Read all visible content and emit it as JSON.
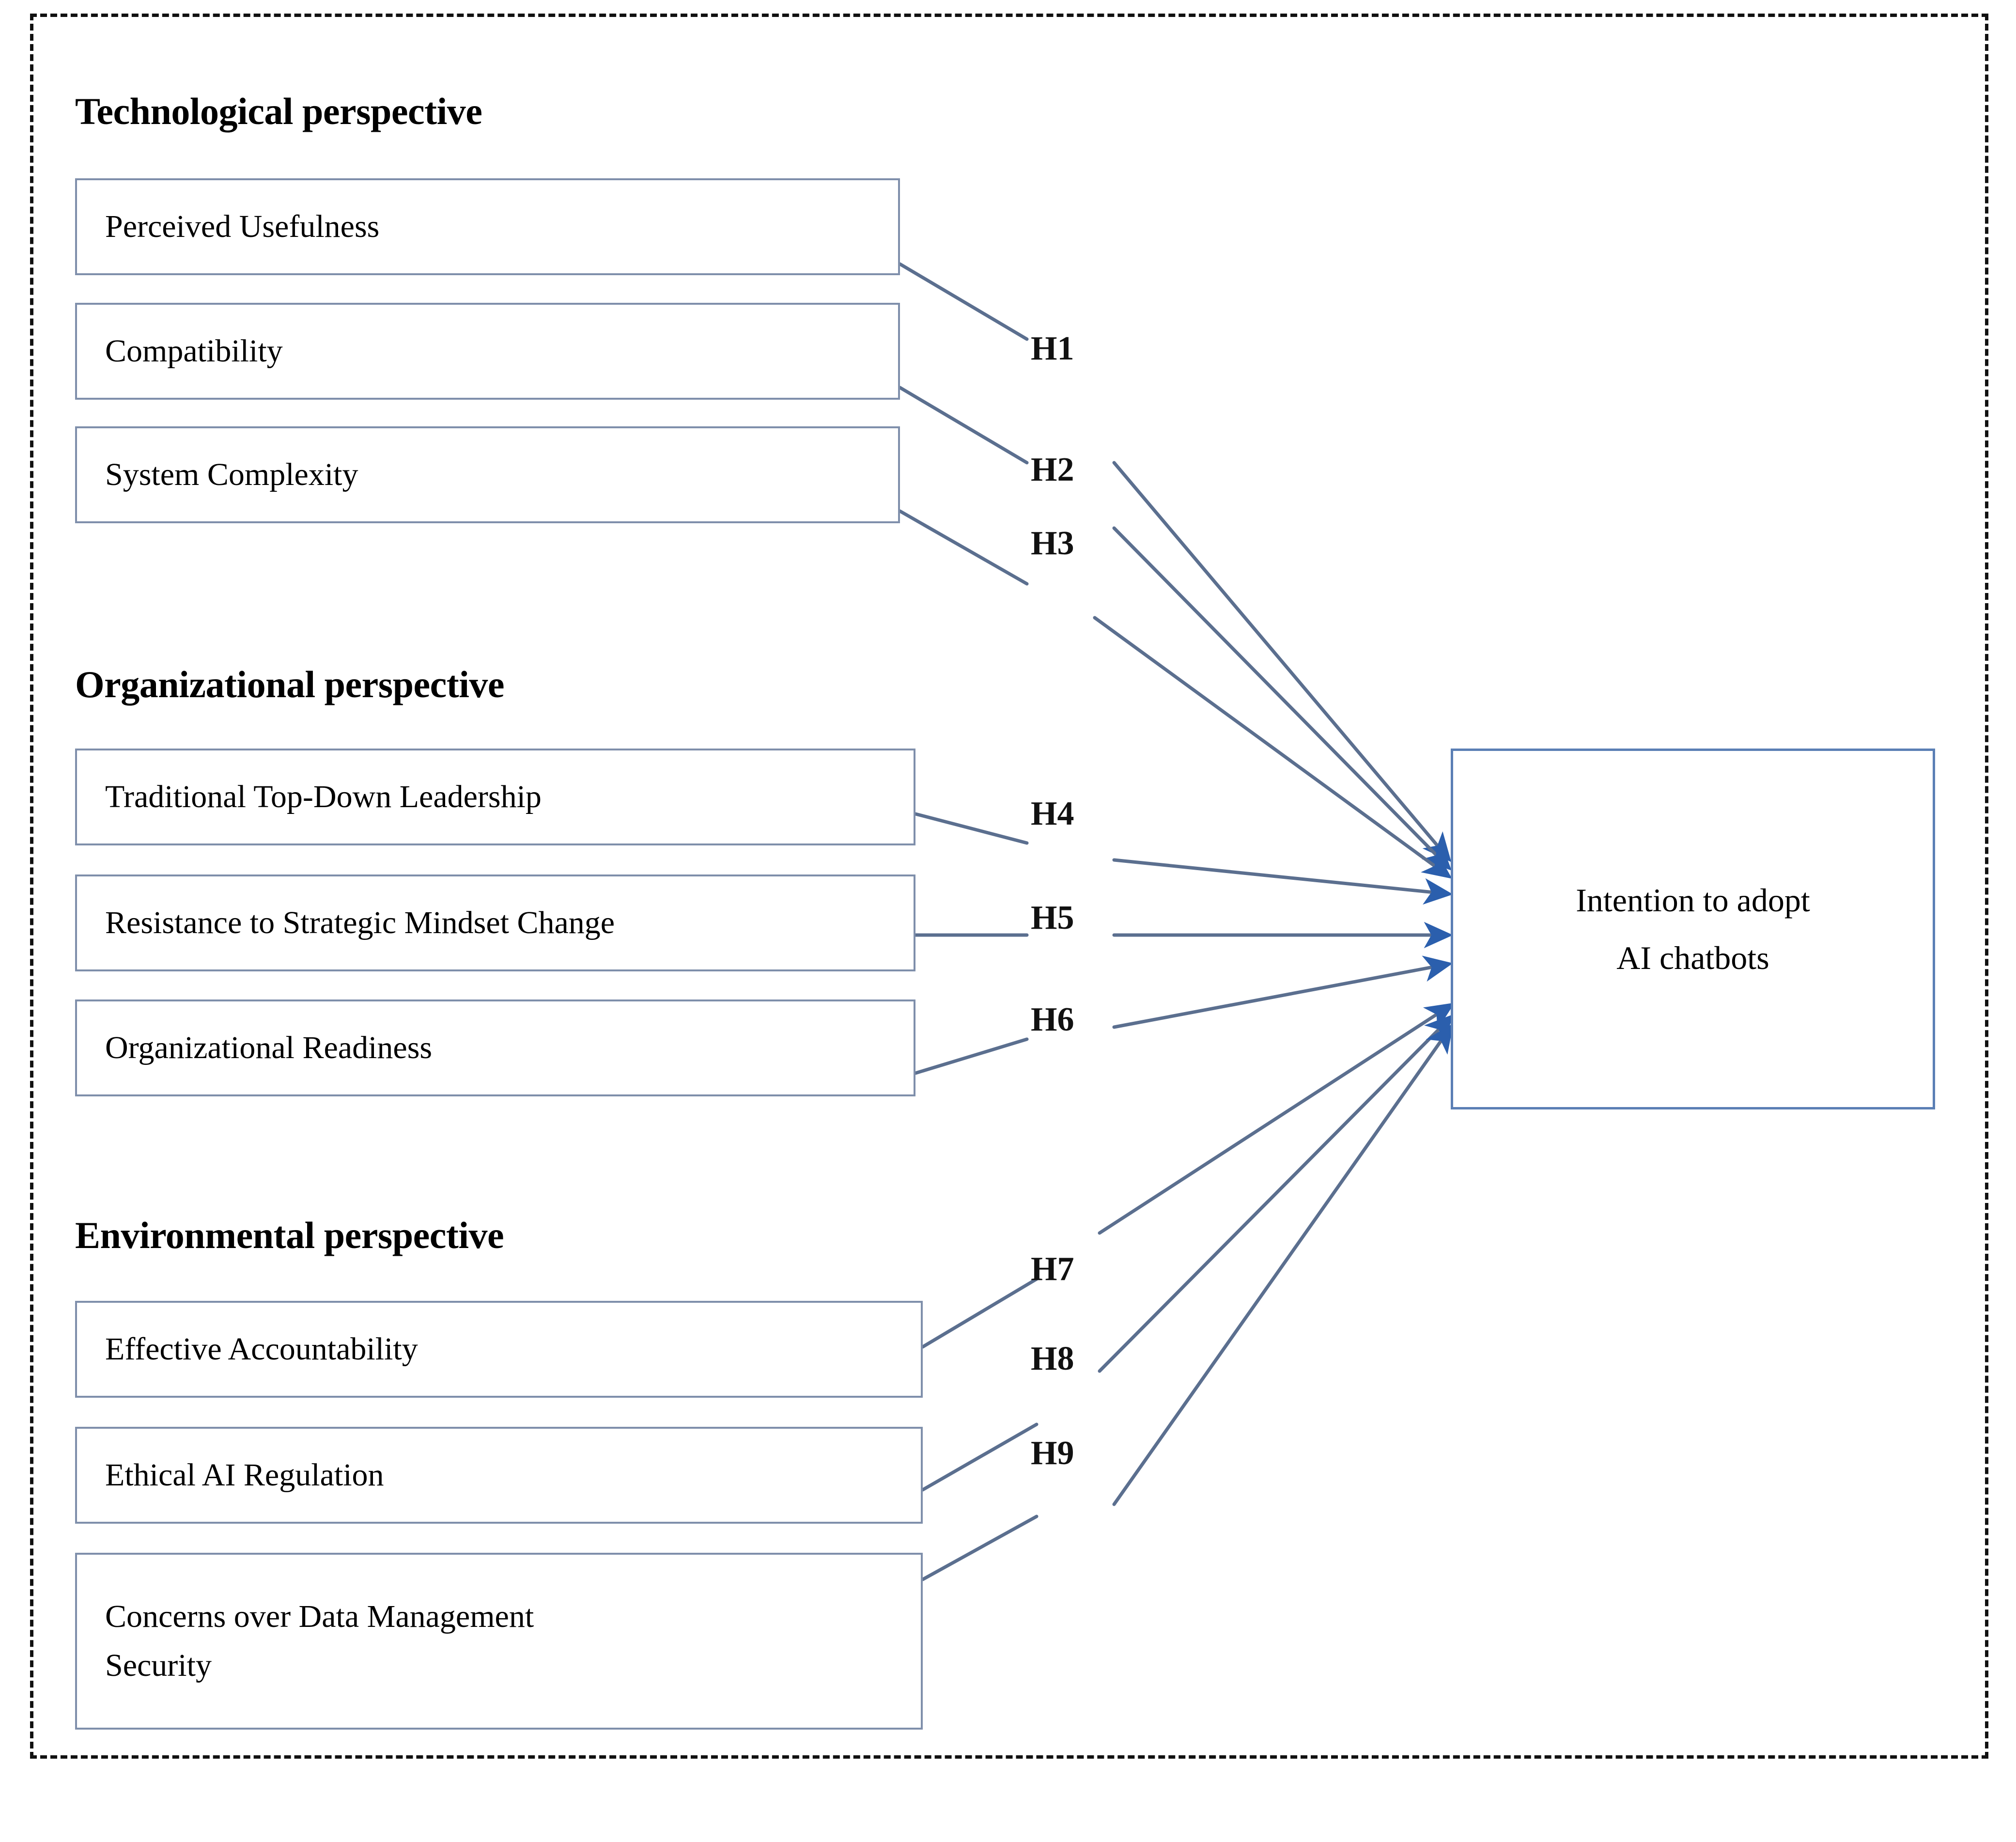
{
  "diagram": {
    "title_present": false,
    "frame": {
      "style": "dashed",
      "color": "#111111"
    },
    "colors": {
      "box_border": "#7f8fab",
      "target_border": "#5b7fb5",
      "connector": "#5b6f8f",
      "arrowhead": "#2b5fad",
      "text": "#000000"
    },
    "sections": [
      {
        "heading": "Technological perspective",
        "factors": [
          {
            "label": "Perceived Usefulness",
            "hypothesis": "H1"
          },
          {
            "label": "Compatibility",
            "hypothesis": "H2"
          },
          {
            "label": "System Complexity",
            "hypothesis": "H3"
          }
        ]
      },
      {
        "heading": "Organizational perspective",
        "factors": [
          {
            "label": "Traditional Top-Down Leadership",
            "hypothesis": "H4"
          },
          {
            "label": "Resistance to Strategic Mindset Change",
            "hypothesis": "H5"
          },
          {
            "label": "Organizational Readiness",
            "hypothesis": "H6"
          }
        ]
      },
      {
        "heading": "Environmental perspective",
        "factors": [
          {
            "label": "Effective Accountability",
            "hypothesis": "H7"
          },
          {
            "label": "Ethical AI Regulation",
            "hypothesis": "H8"
          },
          {
            "label": "Concerns over Data Management Security",
            "line1": "Concerns over Data Management",
            "line2": "Security",
            "hypothesis": "H9"
          }
        ]
      }
    ],
    "hypotheses": [
      "H1",
      "H2",
      "H3",
      "H4",
      "H5",
      "H6",
      "H7",
      "H8",
      "H9"
    ],
    "target": {
      "line1": "Intention to adopt",
      "line2": "AI chatbots"
    }
  }
}
